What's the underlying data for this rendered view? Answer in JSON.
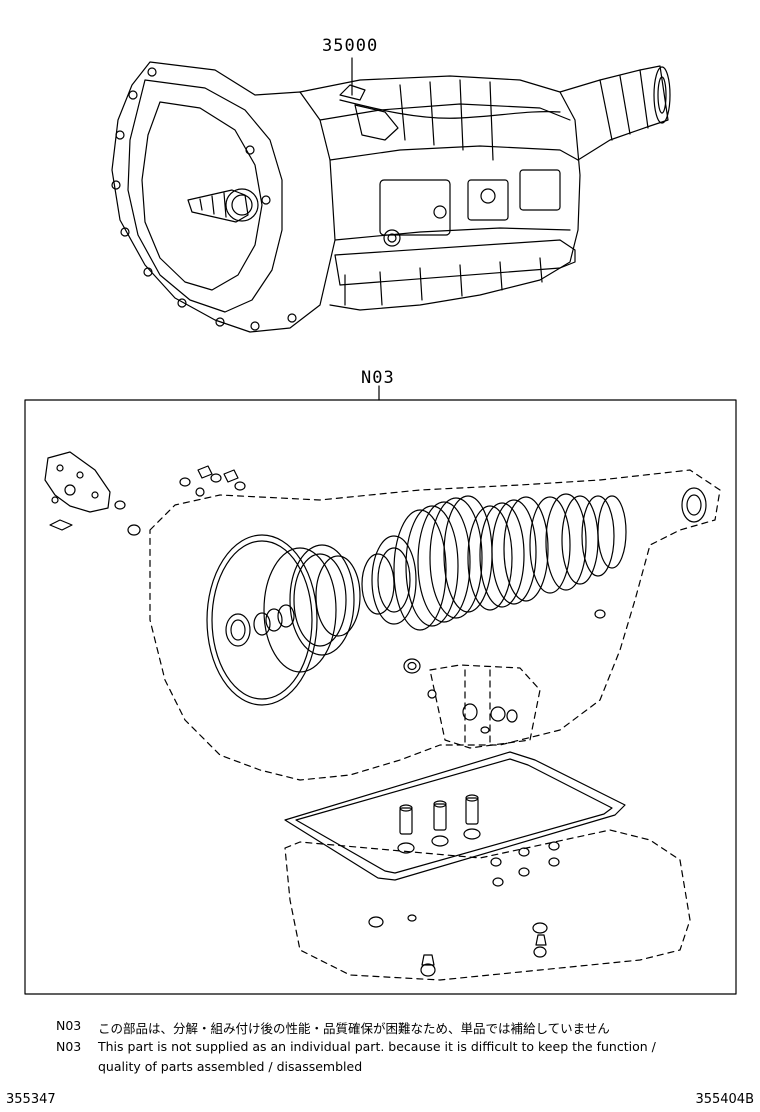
{
  "callouts": {
    "assembly": "35000",
    "kit": "N03"
  },
  "notes": [
    {
      "code": "N03",
      "text": "この部品は、分解・組み付け後の性能・品質確保が困難なため、単品では補給していません"
    },
    {
      "code": "N03",
      "text": "This part is not supplied as an individual part. because it is difficult to keep the function /"
    },
    {
      "code": "",
      "text": "quality of parts assembled / disassembled"
    }
  ],
  "footer": {
    "left_id": "355347",
    "right_id": "355404B"
  }
}
